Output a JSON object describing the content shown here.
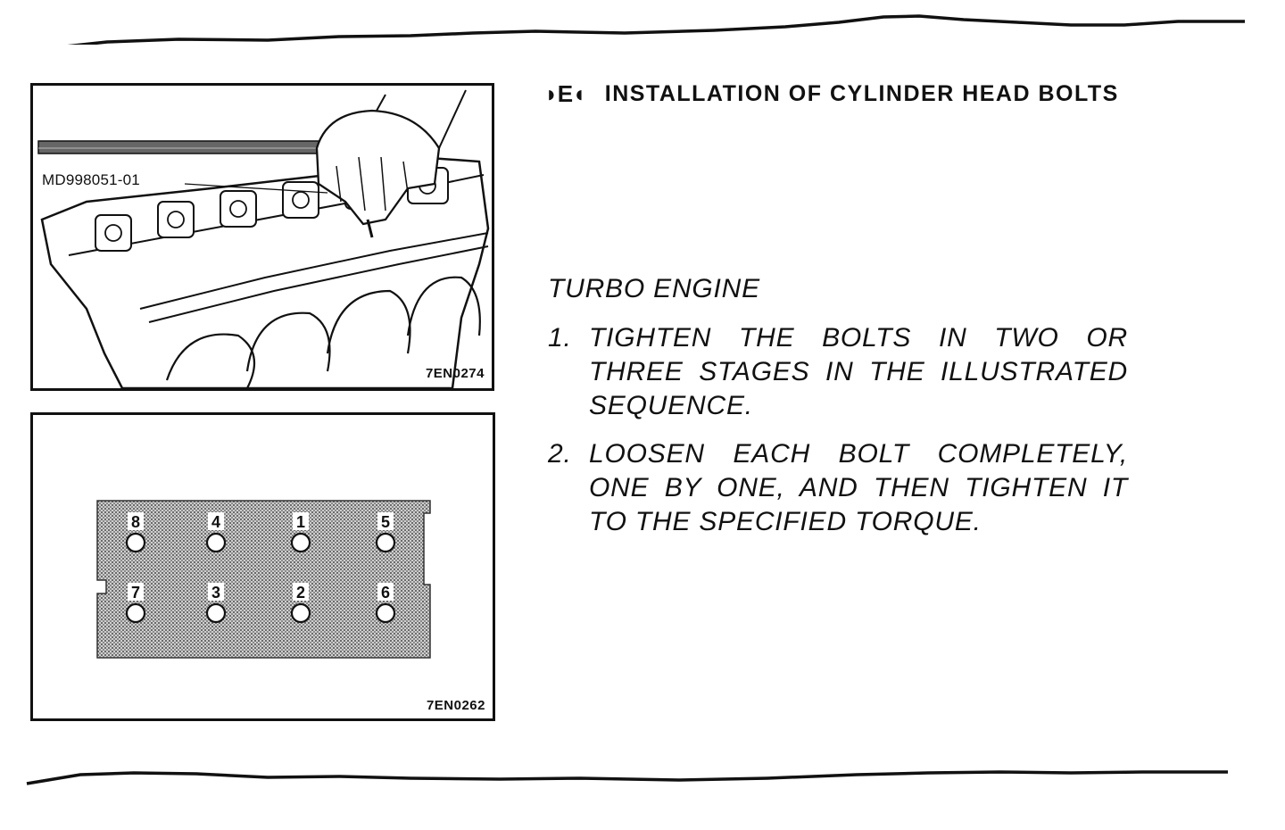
{
  "section": {
    "mark": "◗E◖",
    "title": "INSTALLATION OF CYLINDER HEAD BOLTS"
  },
  "figure1": {
    "tool_label": "MD998051-01",
    "code": "7EN0274"
  },
  "figure2": {
    "code": "7EN0262",
    "bolts": [
      {
        "label": "8"
      },
      {
        "label": "4"
      },
      {
        "label": "1"
      },
      {
        "label": "5"
      },
      {
        "label": "7"
      },
      {
        "label": "3"
      },
      {
        "label": "2"
      },
      {
        "label": "6"
      }
    ]
  },
  "instructions": {
    "subhead": "TURBO ENGINE",
    "steps": [
      {
        "num": "1.",
        "text": "TIGHTEN THE BOLTS IN TWO OR THREE STAGES IN THE ILLUSTRATED SEQUENCE."
      },
      {
        "num": "2.",
        "text": "LOOSEN EACH BOLT COMPLETELY, ONE BY ONE, AND THEN TIGHTEN IT TO THE SPECIFIED TORQUE."
      }
    ]
  }
}
